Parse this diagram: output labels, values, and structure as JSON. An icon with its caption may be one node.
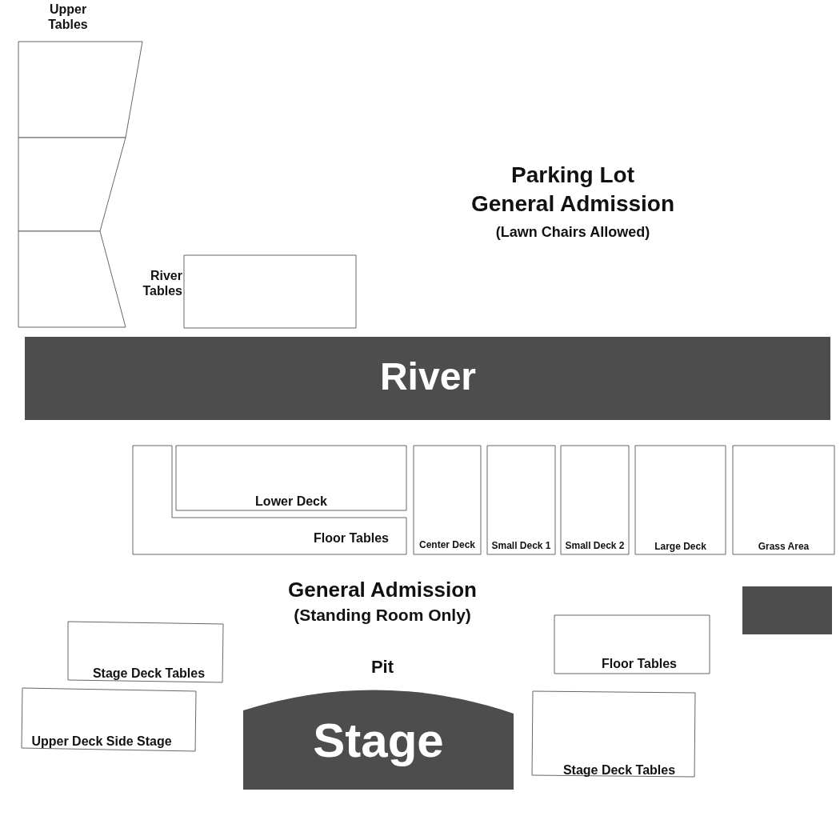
{
  "diagram": {
    "nodes": [
      {
        "text": [
          "Upper Tables"
        ]
      },
      {
        "text": [],
        "shape": "box"
      },
      {
        "text": [],
        "shape": "box"
      },
      {
        "text": [
          "River Tables"
        ]
      },
      {
        "text": [
          "River"
        ]
      },
      {
        "text": [
          "Lower Deck"
        ]
      },
      {
        "text": [
          "Floor Tables"
        ]
      },
      {
        "text": [
          "Center Deck"
        ]
      },
      {
        "text": [
          "Small Deck 1"
        ]
      },
      {
        "text": [
          "Small Deck 2"
        ]
      },
      {
        "text": [
          "Large Deck"
        ]
      },
      {
        "text": [
          "Grass Area"
        ]
      },
      {
        "text": [],
        "shape": "box"
      },
      {
        "text": [
          "Stage Deck Tables"
        ]
      },
      {
        "text": [
          "Upper Deck Side Stage"
        ]
      },
      {
        "text": [
          "Floor Tables"
        ]
      },
      {
        "text": [
          "Stage Deck Tables"
        ]
      },
      {
        "text": [
          "Stage"
        ]
      }
    ],
    "edges": [],
    "labels": [
      "Parking Lot",
      "General Admission",
      "(Lawn Chairs Allowed)",
      "General Admission",
      "(Standing Room Only)",
      "Pit"
    ]
  }
}
